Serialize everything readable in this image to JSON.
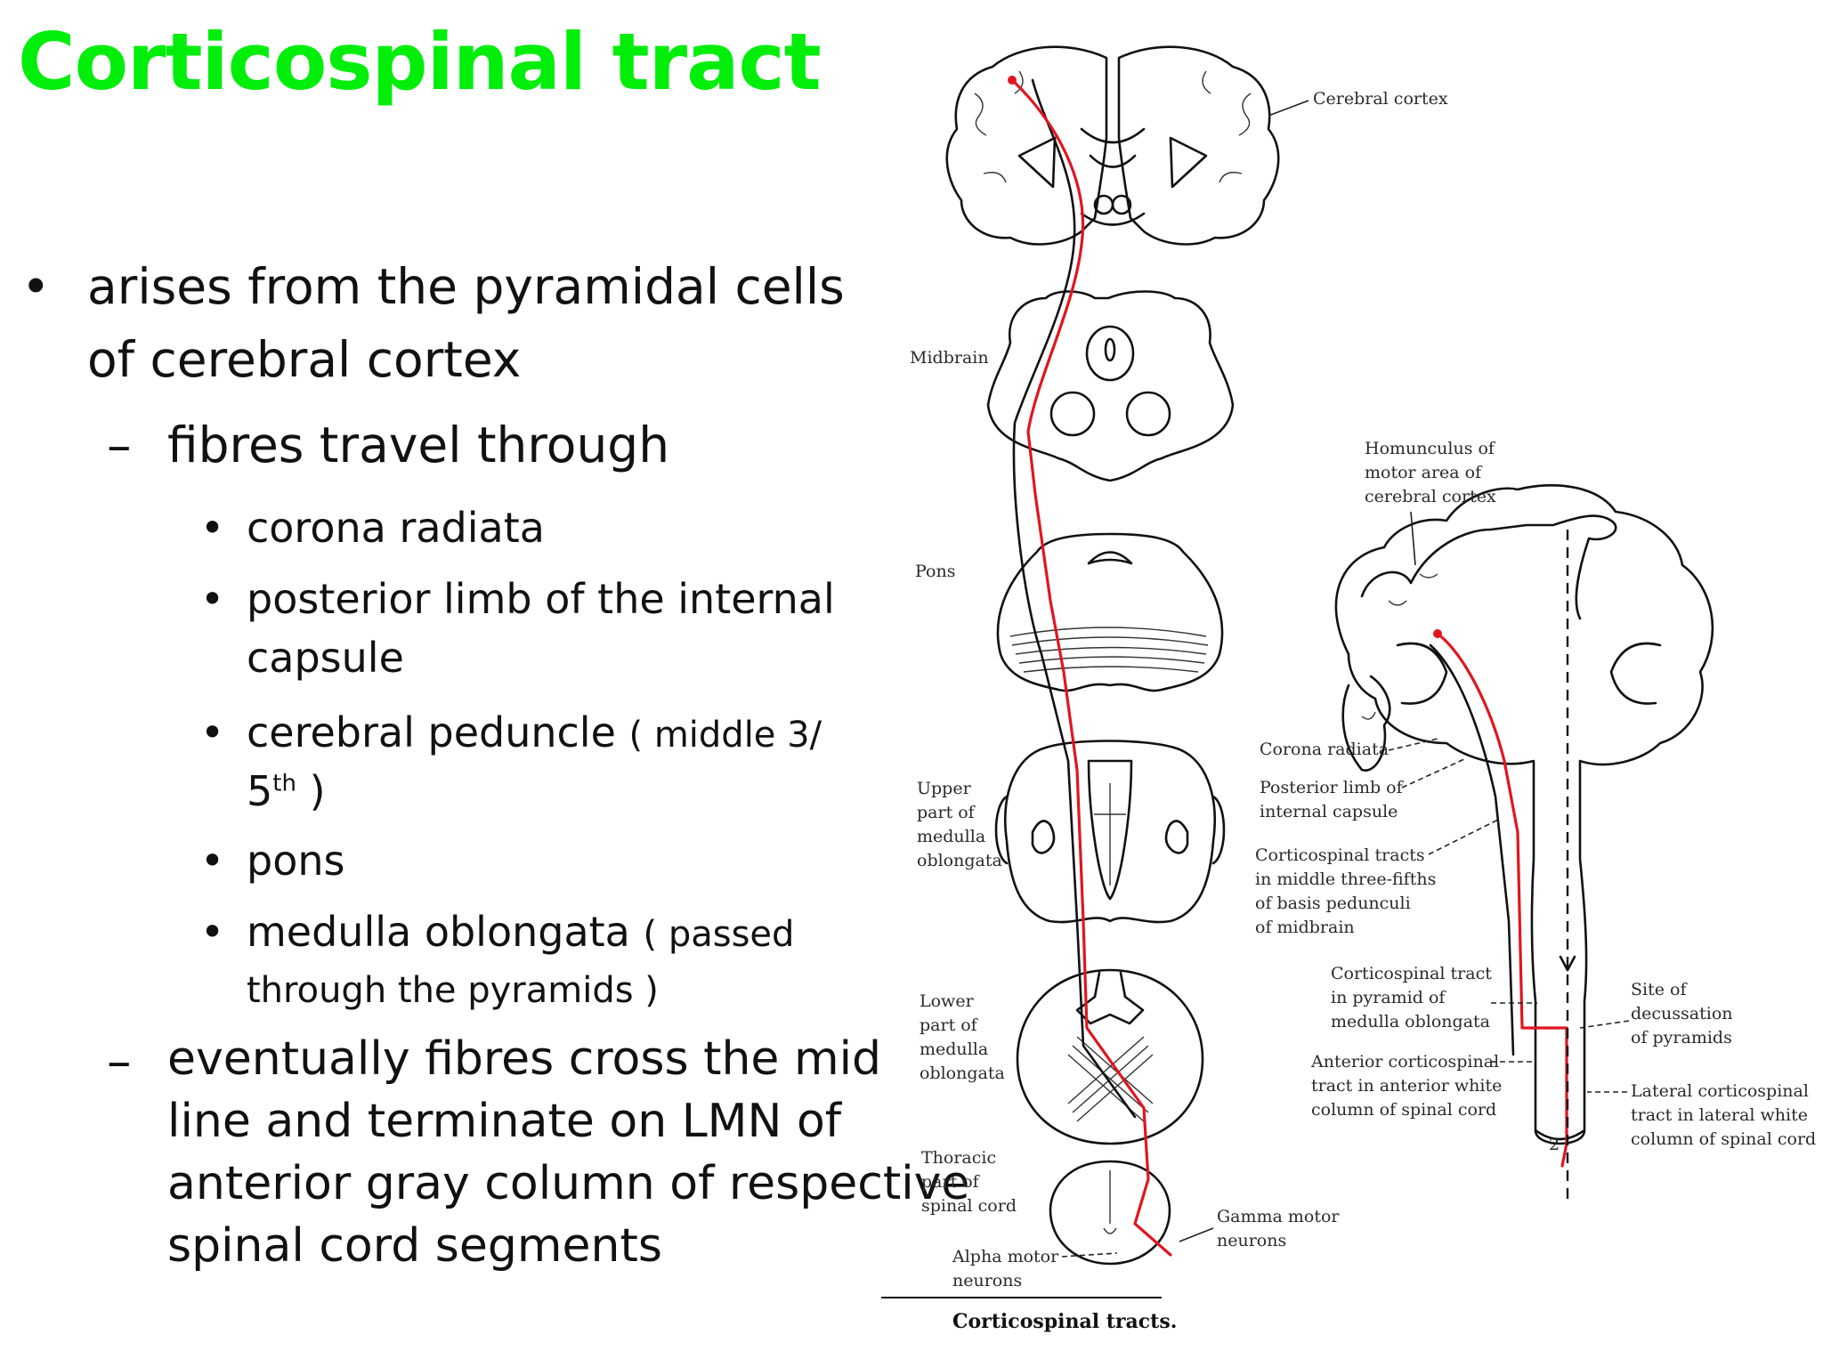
{
  "slide": {
    "title": "Corticospinal tract",
    "bullets": {
      "b1_line1": "arises from the pyramidal cells",
      "b1_line2": "of cerebral cortex",
      "sub1": "fibres travel through",
      "items": {
        "corona": "corona radiata",
        "posterior_line1": "posterior limb of the internal",
        "posterior_line2": "capsule",
        "peduncle_main": "cerebral peduncle",
        "peduncle_note": "( middle  3/",
        "peduncle_note2_base": "5",
        "peduncle_note2_sup": "th",
        "peduncle_note2_end": " )",
        "pons": "pons",
        "medulla_main": "medulla oblongata",
        "medulla_note": "( passed",
        "medulla_line2": "through the pyramids )"
      },
      "sub2_line1": "eventually fibres cross the mid",
      "sub2_line2": "line and terminate on LMN of",
      "sub2_line3": "anterior gray column of respective",
      "sub2_line4": "spinal cord segments"
    }
  },
  "figure": {
    "caption": "Corticospinal tracts.",
    "labels": {
      "cerebral_cortex": "Cerebral cortex",
      "midbrain": "Midbrain",
      "pons": "Pons",
      "upper_medulla": [
        "Upper",
        "part of",
        "medulla",
        "oblongata"
      ],
      "lower_medulla": [
        "Lower",
        "part of",
        "medulla",
        "oblongata"
      ],
      "thoracic": [
        "Thoracic",
        "part of",
        "spinal cord"
      ],
      "alpha": [
        "Alpha motor",
        "neurons"
      ],
      "gamma": [
        "Gamma motor",
        "neurons"
      ],
      "homunculus": [
        "Homunculus of",
        "motor area of",
        "cerebral cortex"
      ],
      "corona_radiata": "Corona radiata",
      "posterior_limb": [
        "Posterior limb of",
        "internal capsule"
      ],
      "cst_midbrain": [
        "Corticospinal tracts",
        "in middle three-fifths",
        "of basis pedunculi",
        "of midbrain"
      ],
      "cst_pyramid": [
        "Corticospinal tract",
        "in pyramid of",
        "medulla oblongata"
      ],
      "anterior_cst": [
        "Anterior corticospinal",
        "tract in anterior white",
        "column of spinal cord"
      ],
      "decussation": [
        "Site of",
        "decussation",
        "of pyramids"
      ],
      "lateral_cst": [
        "Lateral corticospinal",
        "tract in lateral white",
        "column of spinal cord"
      ]
    },
    "colors": {
      "tract": "#e0161e",
      "title": "#00ee0a"
    }
  }
}
